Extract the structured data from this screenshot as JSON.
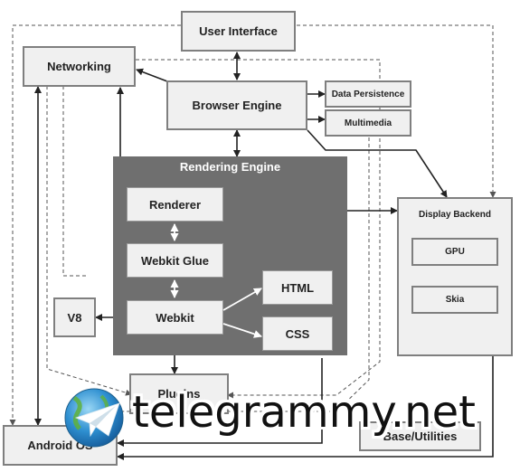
{
  "diagram": {
    "nodes": {
      "user_interface": "User Interface",
      "networking": "Networking",
      "browser_engine": "Browser Engine",
      "data_persistence": "Data Persistence",
      "multimedia": "Multimedia",
      "rendering_engine": "Rendering Engine",
      "renderer": "Renderer",
      "webkit_glue": "Webkit Glue",
      "webkit": "Webkit",
      "html": "HTML",
      "css": "CSS",
      "v8": "V8",
      "display_backend": "Display Backend",
      "gpu": "GPU",
      "skia": "Skia",
      "plugins": "Plugins",
      "android_os": "Android OS",
      "base_utilities": "Base/Utilities"
    }
  },
  "watermark": {
    "text": "telegrammy.net"
  },
  "colors": {
    "box_fill": "#f0f0f0",
    "box_border": "#7f7f7f",
    "rendering_engine_fill": "#6f6f6f",
    "arrow": "#222222",
    "dashed": "#555555"
  }
}
